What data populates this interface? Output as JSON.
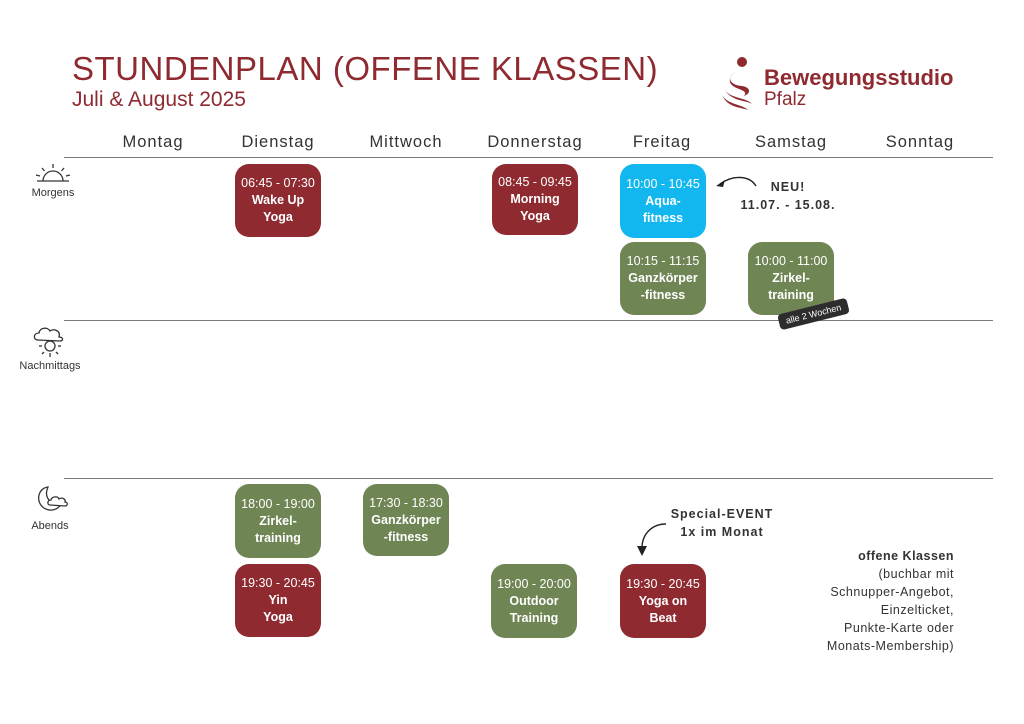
{
  "header": {
    "title": "STUNDENPLAN (OFFENE KLASSEN)",
    "subtitle": "Juli & August 2025"
  },
  "logo": {
    "name": "Bewegungsstudio",
    "region": "Pfalz",
    "color": "#8e2a30"
  },
  "days": [
    "Montag",
    "Dienstag",
    "Mittwoch",
    "Donnerstag",
    "Freitag",
    "Samstag",
    "Sonntag"
  ],
  "periods": {
    "morning": {
      "label": "Morgens",
      "icon": "sunrise-icon"
    },
    "afternoon": {
      "label": "Nachmittags",
      "icon": "sun-cloud-icon"
    },
    "evening": {
      "label": "Abends",
      "icon": "moon-cloud-icon"
    }
  },
  "colors": {
    "yoga": "#8e2a30",
    "fitness": "#6f8554",
    "aqua": "#12b7f0"
  },
  "classes": {
    "tue_morning": {
      "time": "06:45 - 07:30",
      "name1": "Wake Up",
      "name2": "Yoga"
    },
    "thu_morning": {
      "time": "08:45 - 09:45",
      "name1": "Morning",
      "name2": "Yoga"
    },
    "fri_aqua": {
      "time": "10:00 - 10:45",
      "name1": "Aqua-",
      "name2": "fitness"
    },
    "fri_ganz": {
      "time": "10:15 - 11:15",
      "name1": "Ganzkörper",
      "name2": "-fitness"
    },
    "sat_zirkel": {
      "time": "10:00 - 11:00",
      "name1": "Zirkel-",
      "name2": "training"
    },
    "tue_zirkel": {
      "time": "18:00 - 19:00",
      "name1": "Zirkel-",
      "name2": "training"
    },
    "wed_ganz": {
      "time": "17:30 - 18:30",
      "name1": "Ganzkörper",
      "name2": "-fitness"
    },
    "tue_yin": {
      "time": "19:30 - 20:45",
      "name1": "Yin",
      "name2": "Yoga"
    },
    "thu_outdoor": {
      "time": "19:00 - 20:00",
      "name1": "Outdoor",
      "name2": "Training"
    },
    "fri_beat": {
      "time": "19:30 - 20:45",
      "name1": "Yoga on",
      "name2": "Beat"
    }
  },
  "notes": {
    "neu_line1": "NEU!",
    "neu_line2": "11.07. - 15.08.",
    "biweekly": "alle 2 Wochen",
    "event_line1": "Special-EVENT",
    "event_line2": "1x im Monat"
  },
  "legend": {
    "title": "offene Klassen",
    "lines": [
      "(buchbar mit",
      "Schnupper-Angebot,",
      "Einzelticket,",
      "Punkte-Karte oder",
      "Monats-Membership)"
    ]
  }
}
